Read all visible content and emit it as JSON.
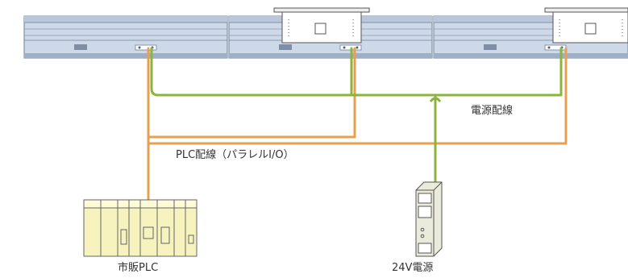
{
  "labels": {
    "power_wiring": "電源配線",
    "plc_wiring": "PLC配線（パラレルI/O）",
    "plc": "市販PLC",
    "power_supply": "24V電源"
  },
  "colors": {
    "power_wire": "#8cb43c",
    "plc_wire": "#e8a050",
    "rail_body": "#cdd9e8",
    "rail_dark": "#7e8fa5",
    "plc_body": "#f7f3bf",
    "psu_body": "#ebebdc"
  }
}
